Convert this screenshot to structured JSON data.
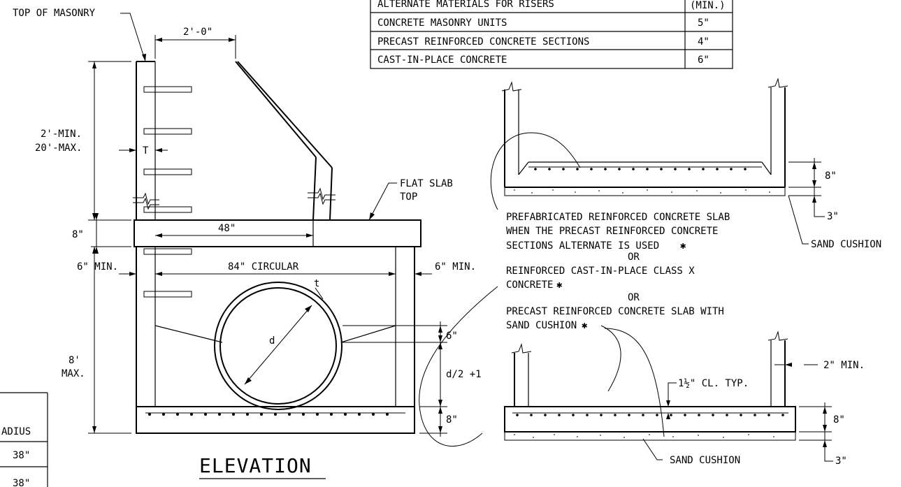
{
  "labels": {
    "top_of_masonry": "TOP OF MASONRY",
    "dim_2ft0in": "2'-0\"",
    "dim_2ft_min": "2'-MIN.",
    "dim_20ft_max": "20'-MAX.",
    "dim_t_wall": "T",
    "flat_slab_top_line1": "FLAT SLAB",
    "flat_slab_top_line2": "TOP",
    "dim_8in_slab": "8\"",
    "dim_48in": "48\"",
    "dim_6in_min_left": "6\" MIN.",
    "dim_84in_circular": "84\" CIRCULAR",
    "dim_6in_min_right": "6\" MIN.",
    "pipe_t": "t",
    "pipe_d": "d",
    "dim_6in_bench": "6\"",
    "dim_d2_plus1": "d/2 +1",
    "dim_8in_base": "8\"",
    "dim_8ft_line1": "8'",
    "dim_8ft_line2": "MAX.",
    "elevation_title": "ELEVATION",
    "detail1_dim_8in": "8\"",
    "detail1_dim_3in": "3\"",
    "sand_cushion_upper": "SAND CUSHION",
    "note_line1": "PREFABRICATED REINFORCED CONCRETE SLAB",
    "note_line2": "WHEN THE PRECAST REINFORCED CONCRETE",
    "note_line3": "SECTIONS ALTERNATE IS USED",
    "note_or1": "OR",
    "note_line4": "REINFORCED CAST-IN-PLACE CLASS X",
    "note_line5": "CONCRETE",
    "note_or2": "OR",
    "note_line6": "PRECAST REINFORCED CONCRETE SLAB WITH",
    "note_line7": "SAND CUSHION",
    "asterisk": "✱",
    "detail2_2in_min": "2\" MIN.",
    "detail2_cl_typ": "1½\" CL. TYP.",
    "detail2_dim_8in": "8\"",
    "detail2_dim_3in": "3\"",
    "sand_cushion_lower": "SAND CUSHION"
  },
  "materials_table": {
    "header_left": "ALTERNATE MATERIALS FOR RISERS",
    "header_right": "(MIN.)",
    "rows": [
      {
        "material": "CONCRETE MASONRY UNITS",
        "thickness": "5\""
      },
      {
        "material": "PRECAST REINFORCED CONCRETE SECTIONS",
        "thickness": "4\""
      },
      {
        "material": "CAST-IN-PLACE CONCRETE",
        "thickness": "6\""
      }
    ]
  },
  "radius_table": {
    "header": "ADIUS",
    "rows": [
      "38\"",
      "38\""
    ]
  }
}
